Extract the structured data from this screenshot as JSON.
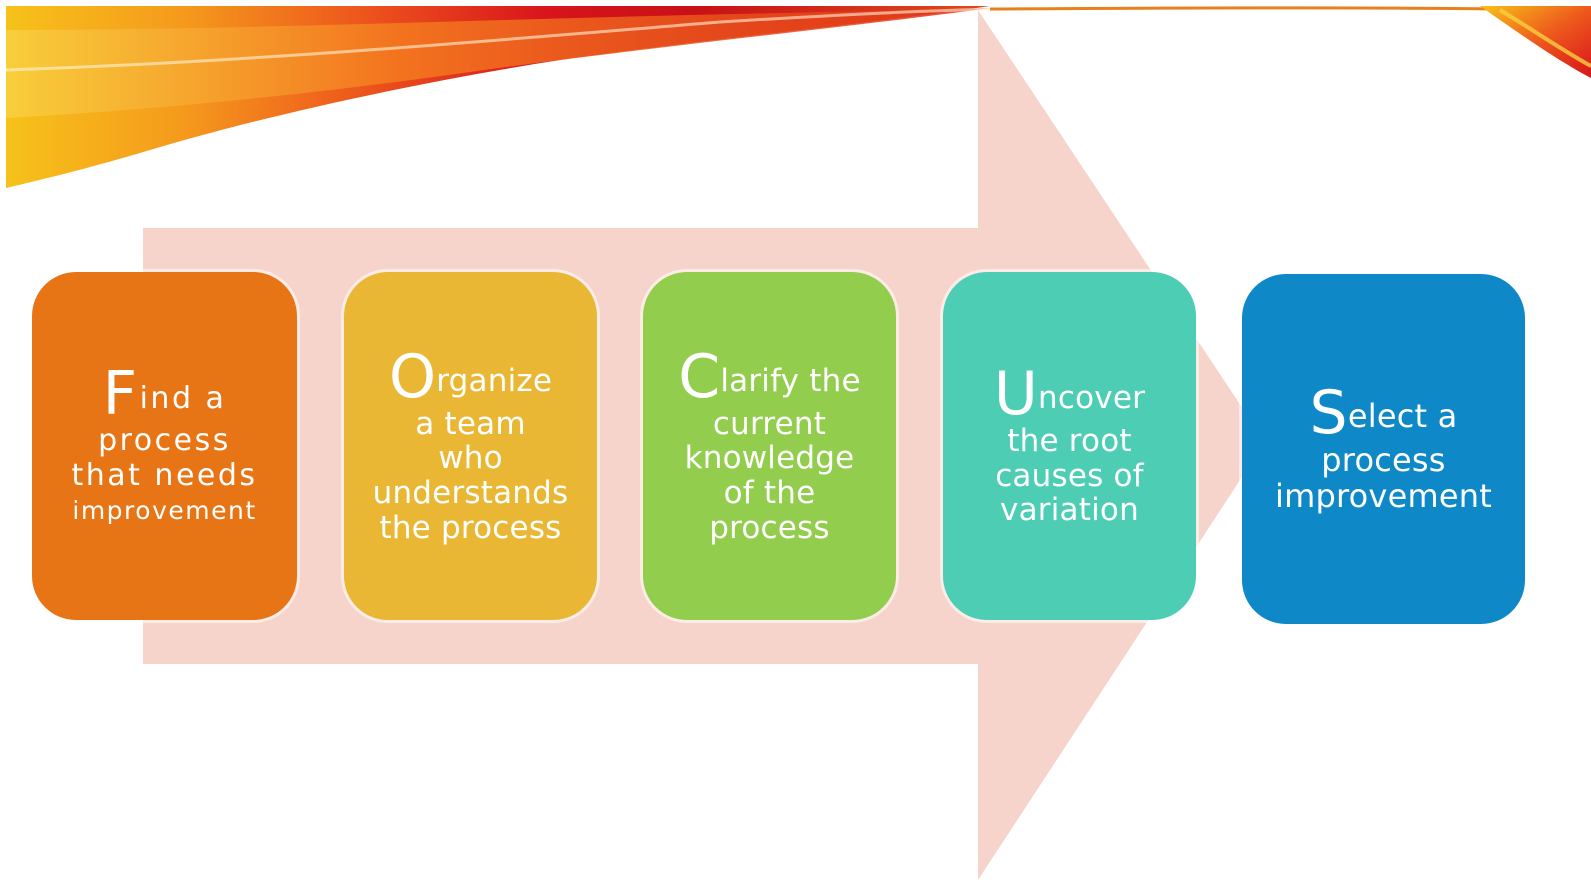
{
  "colors": {
    "arrow": "#f7d4cb",
    "ribbon_red": "#d8141c",
    "ribbon_orange": "#f47a1f",
    "ribbon_yellow": "#f8c21a"
  },
  "steps": [
    {
      "initial": "F",
      "rest": "ind a",
      "lines": [
        "process",
        "that needs"
      ],
      "last": "improvement",
      "color": "#e87515"
    },
    {
      "initial": "O",
      "rest": "rganize",
      "lines": [
        "a team",
        "who",
        "understands"
      ],
      "last": "the process",
      "color": "#e9b733"
    },
    {
      "initial": "C",
      "rest": "larify the",
      "lines": [
        "current",
        "knowledge",
        "of the"
      ],
      "last": "process",
      "color": "#92cd4e"
    },
    {
      "initial": "U",
      "rest": "ncover",
      "lines": [
        "the root",
        "causes of"
      ],
      "last": "variation",
      "color": "#4dcdb4"
    },
    {
      "initial": "S",
      "rest": "elect a",
      "lines": [
        "process"
      ],
      "last": "improvement",
      "color": "#0f88c8"
    }
  ]
}
